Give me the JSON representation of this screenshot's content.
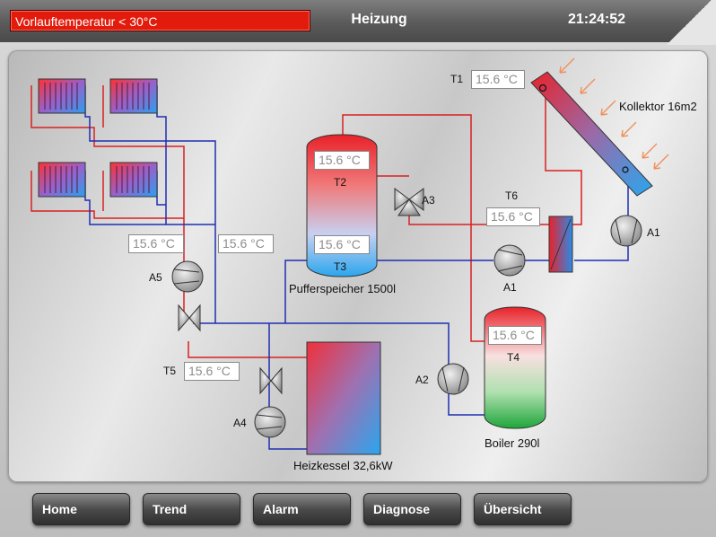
{
  "header": {
    "alarm_message": "Vorlauftemperatur < 30°C",
    "title": "Heizung",
    "time": "21:24:52"
  },
  "colors": {
    "alarm_bg": "#e21b0c",
    "flow_red": "#d92020",
    "return_blue": "#1e2fb0"
  },
  "sensors": {
    "t1": {
      "label": "T1",
      "value": "15.6 °C"
    },
    "t2": {
      "label": "T2",
      "value": "15.6 °C"
    },
    "t3": {
      "label": "T3",
      "value": "15.6 °C"
    },
    "t4": {
      "label": "T4",
      "value": "15.6 °C"
    },
    "t5": {
      "label": "T5",
      "value": "15.6 °C"
    },
    "t6": {
      "label": "T6",
      "value": "15.6 °C"
    },
    "radiator_left": {
      "value": "15.6 °C"
    },
    "radiator_right": {
      "value": "15.6 °C"
    }
  },
  "components": {
    "collector": "Kollektor 16m2",
    "buffer": "Pufferspeicher 1500l",
    "boiler": "Boiler 290l",
    "heater": "Heizkessel 32,6kW"
  },
  "pumps": {
    "a1_solar": "A1",
    "a1_buffer": "A1",
    "a2": "A2",
    "a4": "A4",
    "a5": "A5"
  },
  "valves": {
    "a3": "A3"
  },
  "nav": [
    {
      "label": "Home"
    },
    {
      "label": "Trend"
    },
    {
      "label": "Alarm"
    },
    {
      "label": "Diagnose"
    },
    {
      "label": "Übersicht"
    }
  ]
}
